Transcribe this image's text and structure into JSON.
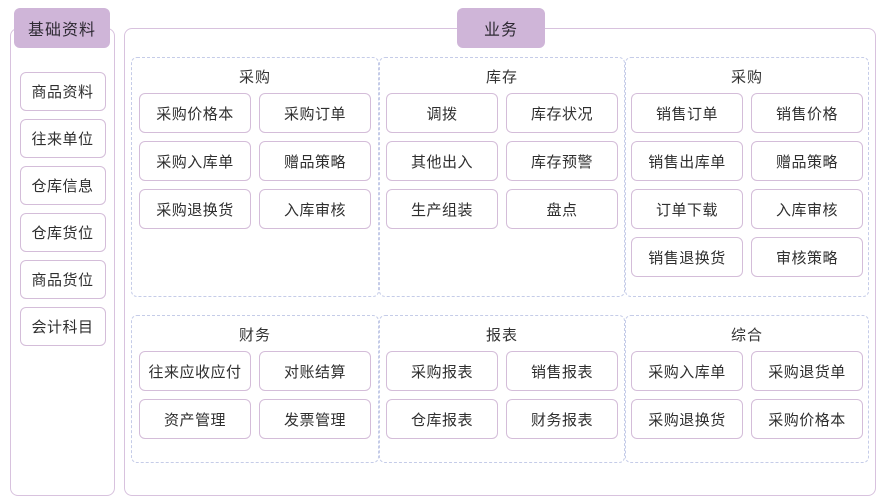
{
  "theme": {
    "badge_bg": "#cfb5d8",
    "panel_border": "#d8c2de",
    "tile_border": "#d4bdd9",
    "group_border_dashed": "#c5cce8",
    "text": "#333333",
    "page_bg": "#ffffff"
  },
  "basic": {
    "title": "基础资料",
    "items": [
      {
        "label": "商品资料"
      },
      {
        "label": "往来单位"
      },
      {
        "label": "仓库信息"
      },
      {
        "label": "仓库货位"
      },
      {
        "label": "商品货位"
      },
      {
        "label": "会计科目"
      }
    ]
  },
  "business": {
    "title": "业务",
    "groups": [
      {
        "title": "采购",
        "items": [
          {
            "label": "采购价格本"
          },
          {
            "label": "采购订单"
          },
          {
            "label": "采购入库单"
          },
          {
            "label": "赠品策略"
          },
          {
            "label": "采购退换货"
          },
          {
            "label": "入库审核"
          }
        ]
      },
      {
        "title": "库存",
        "items": [
          {
            "label": "调拨"
          },
          {
            "label": "库存状况"
          },
          {
            "label": "其他出入"
          },
          {
            "label": "库存预警"
          },
          {
            "label": "生产组装"
          },
          {
            "label": "盘点"
          }
        ]
      },
      {
        "title": "采购",
        "items": [
          {
            "label": "销售订单"
          },
          {
            "label": "销售价格"
          },
          {
            "label": "销售出库单"
          },
          {
            "label": "赠品策略"
          },
          {
            "label": "订单下载"
          },
          {
            "label": "入库审核"
          },
          {
            "label": "销售退换货"
          },
          {
            "label": "审核策略"
          }
        ]
      },
      {
        "title": "财务",
        "items": [
          {
            "label": "往来应收应付"
          },
          {
            "label": "对账结算"
          },
          {
            "label": "资产管理"
          },
          {
            "label": "发票管理"
          }
        ]
      },
      {
        "title": "报表",
        "items": [
          {
            "label": "采购报表"
          },
          {
            "label": "销售报表"
          },
          {
            "label": "仓库报表"
          },
          {
            "label": "财务报表"
          }
        ]
      },
      {
        "title": "综合",
        "items": [
          {
            "label": "采购入库单"
          },
          {
            "label": "采购退货单"
          },
          {
            "label": "采购退换货"
          },
          {
            "label": "采购价格本"
          }
        ]
      }
    ]
  }
}
